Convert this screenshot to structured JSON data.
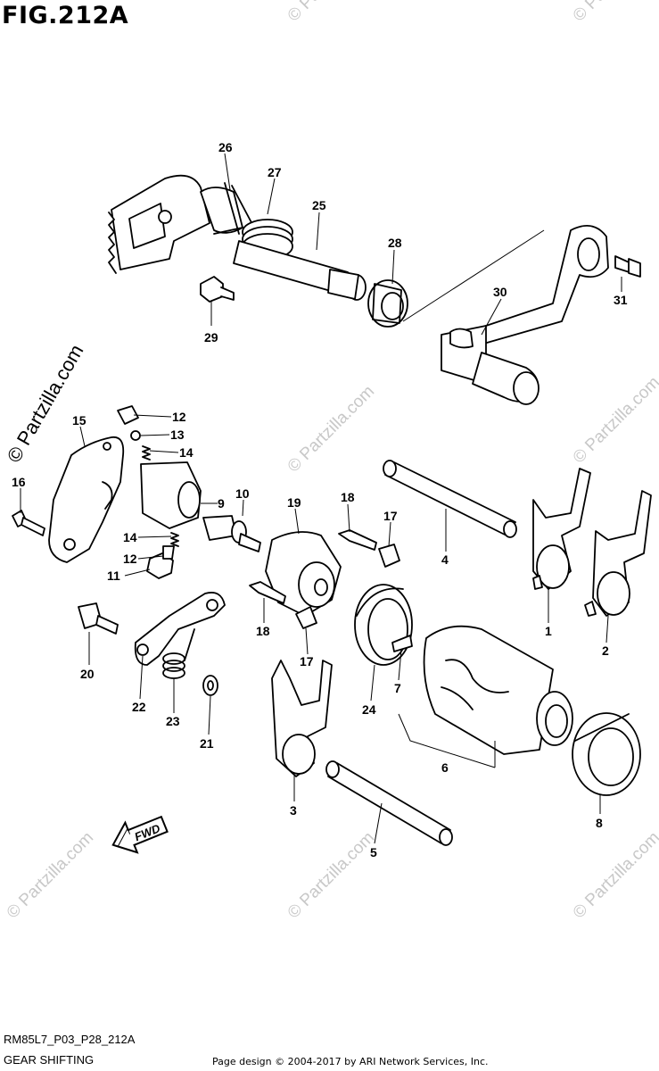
{
  "header": {
    "title": "FIG.212A"
  },
  "watermark": {
    "text": "© Partzilla.com"
  },
  "callouts": {
    "c1": "1",
    "c2": "2",
    "c3": "3",
    "c4": "4",
    "c5": "5",
    "c6": "6",
    "c7": "7",
    "c8": "8",
    "c9": "9",
    "c10": "10",
    "c11": "11",
    "c12a": "12",
    "c12b": "12",
    "c13": "13",
    "c14a": "14",
    "c14b": "14",
    "c15": "15",
    "c16": "16",
    "c17a": "17",
    "c17b": "17",
    "c18a": "18",
    "c18b": "18",
    "c19": "19",
    "c20": "20",
    "c21": "21",
    "c22": "22",
    "c23": "23",
    "c24": "24",
    "c25": "25",
    "c26": "26",
    "c27": "27",
    "c28": "28",
    "c29": "29",
    "c30": "30",
    "c31": "31"
  },
  "fwd_badge": {
    "label": "FWD"
  },
  "footer": {
    "code": "RM85L7_P03_P28_212A",
    "description": "GEAR SHIFTING",
    "copyright": "Page design © 2004-2017 by ARI Network Services, Inc."
  }
}
